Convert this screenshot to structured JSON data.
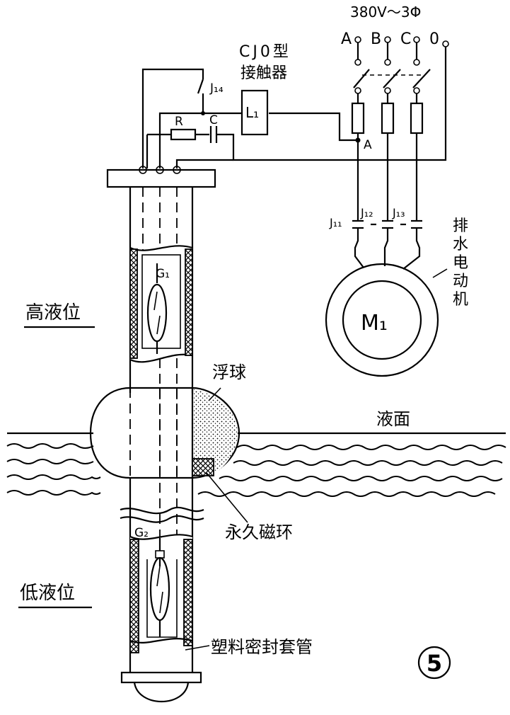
{
  "supply": {
    "voltage": "380V～3Φ",
    "phase_a": "A",
    "phase_b": "B",
    "phase_c": "C",
    "neutral": "0"
  },
  "contactor": {
    "model_line1": "CJ0型",
    "model_line2": "接触器",
    "coil": "L₁"
  },
  "components": {
    "relay_contact": "J₁₄",
    "resistor": "R",
    "capacitor": "C",
    "node_a": "A",
    "contact_j11": "J₁₁",
    "contact_j12": "J₁₂",
    "contact_j13": "J₁₃"
  },
  "motor": {
    "label": "M₁",
    "name_chars": [
      "排",
      "水",
      "电",
      "动",
      "机"
    ]
  },
  "sensor": {
    "reed_high": "G₁",
    "reed_low": "G₂",
    "high_level": "高液位",
    "low_level": "低液位",
    "float": "浮球",
    "liquid_surface": "液面",
    "magnet_ring": "永久磁环",
    "sleeve": "塑料密封套管"
  },
  "figure_number": "5"
}
